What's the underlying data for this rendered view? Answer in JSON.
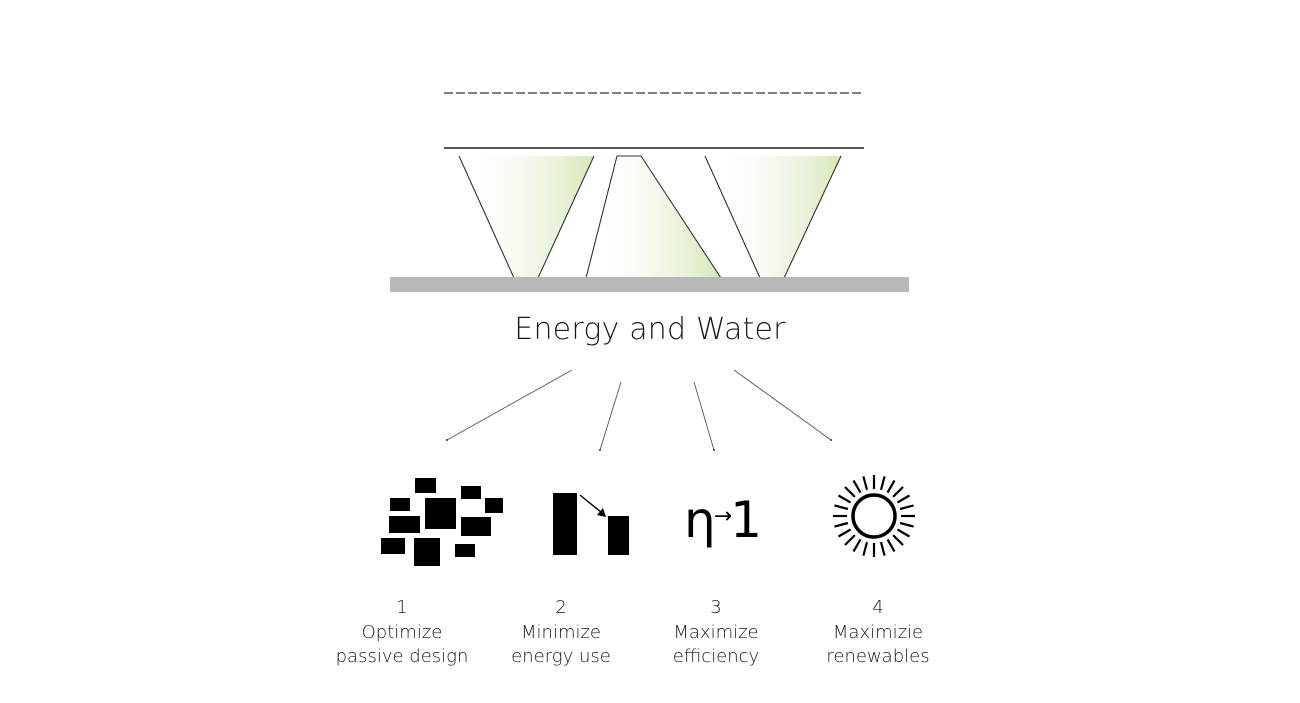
{
  "title": "Energy and Water",
  "steps": [
    {
      "number": "1",
      "line1": "Optimize",
      "line2": "passive design",
      "icon": "blocks-icon"
    },
    {
      "number": "2",
      "line1": "Minimize",
      "line2": "energy use",
      "icon": "reduction-bars-icon"
    },
    {
      "number": "3",
      "line1": "Maximize",
      "line2": "efficiency",
      "icon": "efficiency-eta-icon"
    },
    {
      "number": "4",
      "line1": "Maximizie",
      "line2": "renewables",
      "icon": "sun-icon"
    }
  ],
  "icon3": {
    "symbol": "η",
    "arrow": "→",
    "target": "1"
  },
  "colors": {
    "ground": "#b8b8b8",
    "glow": "#d8e8bc",
    "ink": "#000000"
  }
}
